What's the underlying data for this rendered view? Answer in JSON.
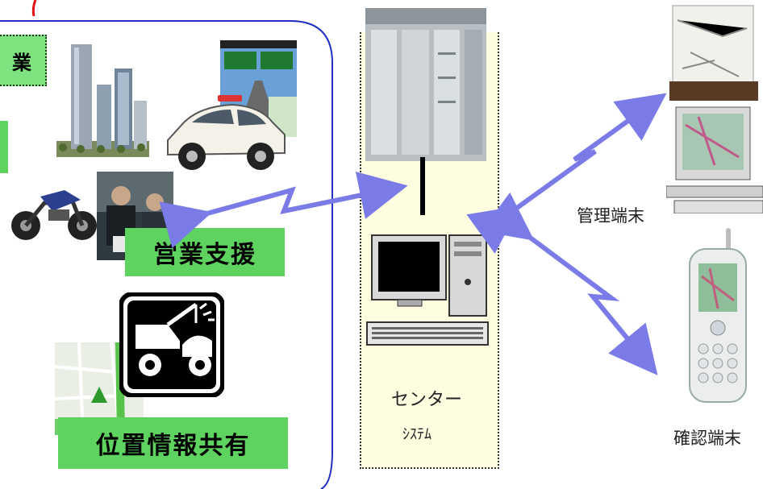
{
  "left_group": {
    "label_top": "業",
    "label_sales": "営業支援",
    "label_location": "位置情報共有"
  },
  "center": {
    "label_line1": "センター",
    "label_line2": "ｼｽﾃﾑ"
  },
  "right": {
    "label_admin": "管理端末",
    "label_confirm": "確認端末"
  },
  "colors": {
    "arrow": "#7b7be8",
    "label_green": "#5fd35f",
    "panel_fill": "#fffde0",
    "group_border": "#1f2fbf",
    "red_arc": "#e01010"
  },
  "icons": [
    "office-buildings-icon",
    "police-car-icon",
    "car-navigation-screen-icon",
    "motorcycle-icon",
    "business-meeting-photo-icon",
    "tow-truck-icon",
    "map-screen-icon",
    "server-rack-icon",
    "desktop-computer-icon",
    "admin-terminal-icon",
    "mobile-phone-icon"
  ]
}
